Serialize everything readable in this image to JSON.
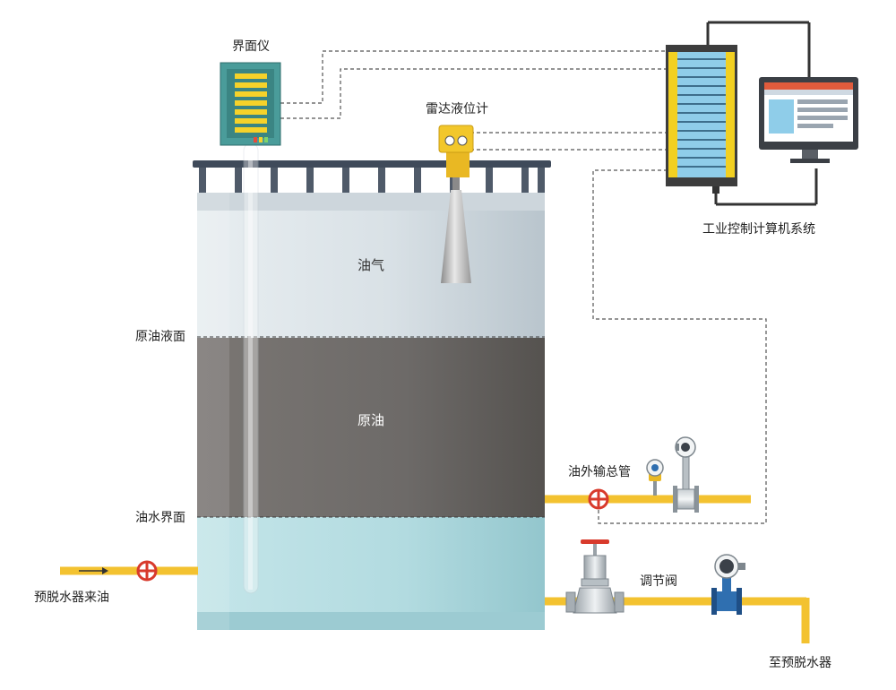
{
  "labels": {
    "interface_meter": "界面仪",
    "radar_level_meter": "雷达液位计",
    "industrial_control_computer": "工业控制计算机系统",
    "oil_gas": "油气",
    "crude_oil": "原油",
    "crude_oil_level": "原油液面",
    "oil_water_interface": "油水界面",
    "oil_export_main_pipe": "油外输总管",
    "control_valve": "调节阀",
    "inlet_from_predehydrator": "预脱水器来油",
    "to_predehydrator": "至预脱水器"
  },
  "colors": {
    "pipe": "#f3c230",
    "valve_red": "#d83a2c",
    "gas_layer": "#dfe6ea",
    "oil_layer": "#6f6c6a",
    "water_layer": "#b5dde2",
    "rail": "#3f4a5a",
    "cabinet_blue": "#8fcde9",
    "cabinet_yellow": "#f2d021",
    "meter_teal": "#4a9c9a",
    "meter_yellow": "#f6d22a",
    "flowmeter_blue": "#2f6fb0"
  },
  "icons": {
    "interface_meter": "interface-meter-icon",
    "radar_level_meter": "radar-level-meter-icon",
    "control_cabinet": "control-cabinet-icon",
    "monitor": "monitor-icon",
    "gate_valve": "gate-valve-icon",
    "ball_valve": "ball-valve-icon",
    "flow_meter": "flow-meter-icon",
    "pressure_transmitter": "pressure-transmitter-icon",
    "flow_arrow": "flow-arrow-icon"
  }
}
